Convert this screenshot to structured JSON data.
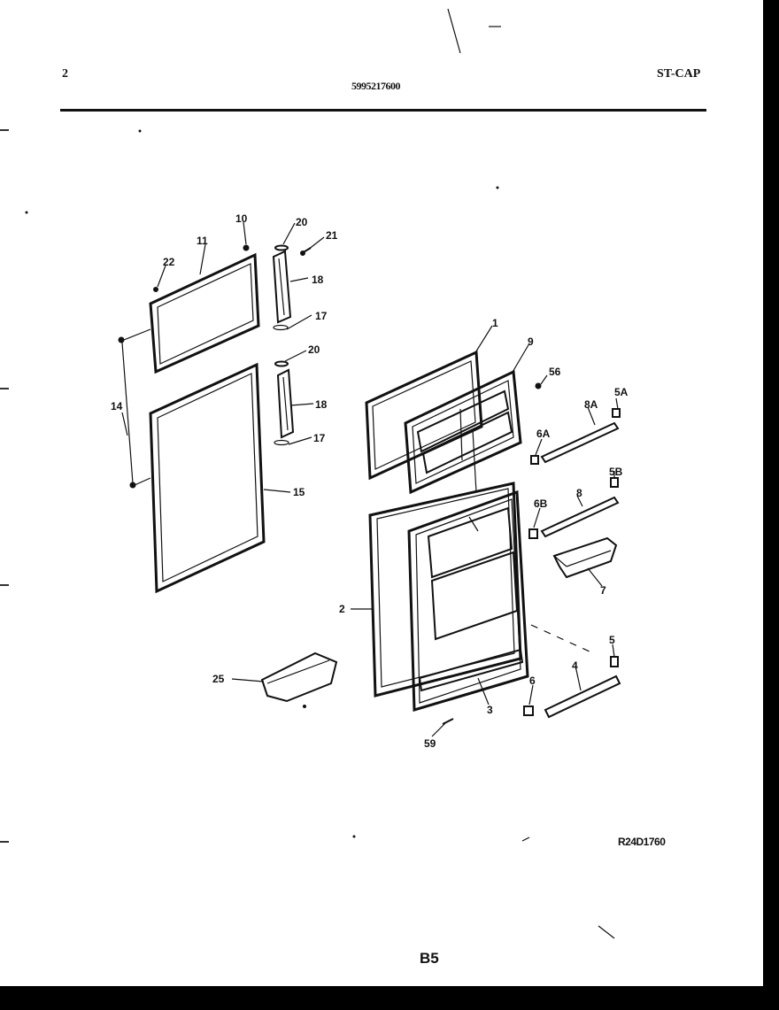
{
  "header": {
    "page_number": "2",
    "part_number": "5995217600",
    "model_code": "ST-CAP"
  },
  "callouts": {
    "c1": "1",
    "c2": "2",
    "c3": "3",
    "c4": "4",
    "c5": "5",
    "c6": "6",
    "c7": "7",
    "c8": "8",
    "c9": "9",
    "c10": "10",
    "c11": "11",
    "c14": "14",
    "c15": "15",
    "c17a": "17",
    "c17b": "17",
    "c18a": "18",
    "c18b": "18",
    "c20a": "20",
    "c20b": "20",
    "c21": "21",
    "c22": "22",
    "c25": "25",
    "c56": "56",
    "c59": "59",
    "c5A": "5A",
    "c5B": "5B",
    "c6A": "6A",
    "c6B": "6B",
    "c8A": "8A"
  },
  "drawing_ref": "R24D1760",
  "footer_code": "B5"
}
